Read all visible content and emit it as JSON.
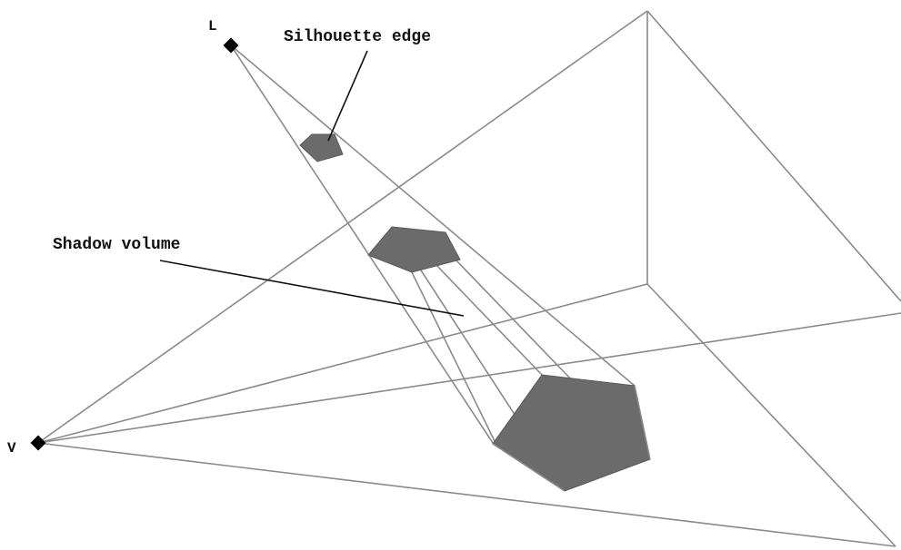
{
  "labels": {
    "light": "L",
    "viewpoint": "V",
    "silhouette_edge": "Silhouette edge",
    "shadow_volume": "Shadow volume"
  },
  "colors": {
    "lines": "#8a8a8a",
    "shadow_fill": "#6b6b6b",
    "points": "#000000",
    "text": "#111111",
    "background": "#ffffff"
  }
}
